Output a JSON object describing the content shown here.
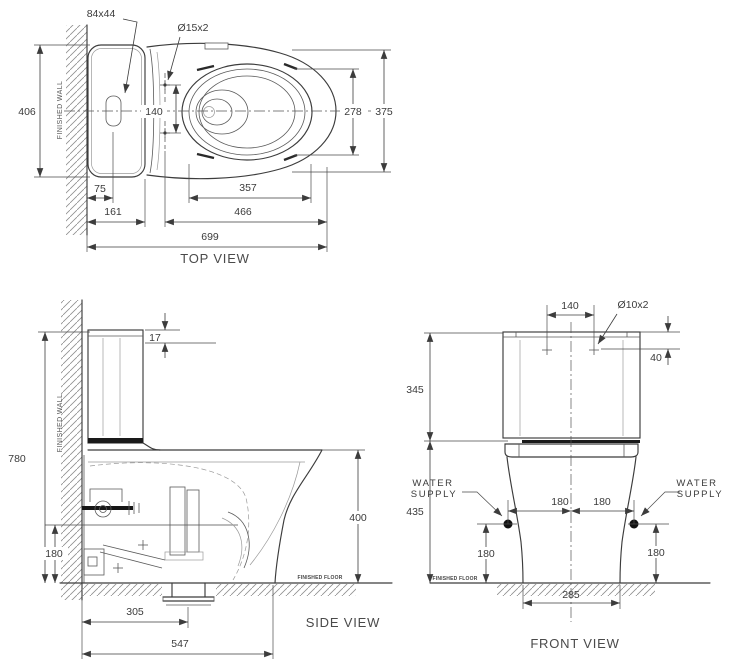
{
  "top_view": {
    "title": "TOP VIEW",
    "wall_label": "FINISHED WALL",
    "button_size_label": "84x44",
    "holes_label": "Ø15x2",
    "dims": {
      "overall_width": "406",
      "hole_spacing": "140",
      "bowl_inner_width": "278",
      "seat_width": "375",
      "wall_to_button": "75",
      "wall_to_tank_front": "161",
      "seat_opening_length": "357",
      "holes_to_front": "466",
      "overall_depth": "699"
    }
  },
  "side_view": {
    "title": "SIDE VIEW",
    "wall_label": "FINISHED WALL",
    "floor_label": "FINISHED FLOOR",
    "dims": {
      "lid_thickness": "17",
      "overall_height": "780",
      "supply_height": "180",
      "bowl_height": "400",
      "wall_to_outlet": "305",
      "overall_depth": "547"
    }
  },
  "front_view": {
    "title": "FRONT VIEW",
    "floor_label": "FINISHED FLOOR",
    "holes_label": "Ø10x2",
    "water_supply_line1": "WATER",
    "water_supply_line2": "SUPPLY",
    "dims": {
      "hole_spacing": "140",
      "hole_drop": "40",
      "tank_height": "345",
      "below_tank_height": "435",
      "supply_offset_left": "180",
      "supply_offset_right": "180",
      "supply_height_left": "180",
      "supply_height_right": "180",
      "base_width": "285"
    }
  }
}
